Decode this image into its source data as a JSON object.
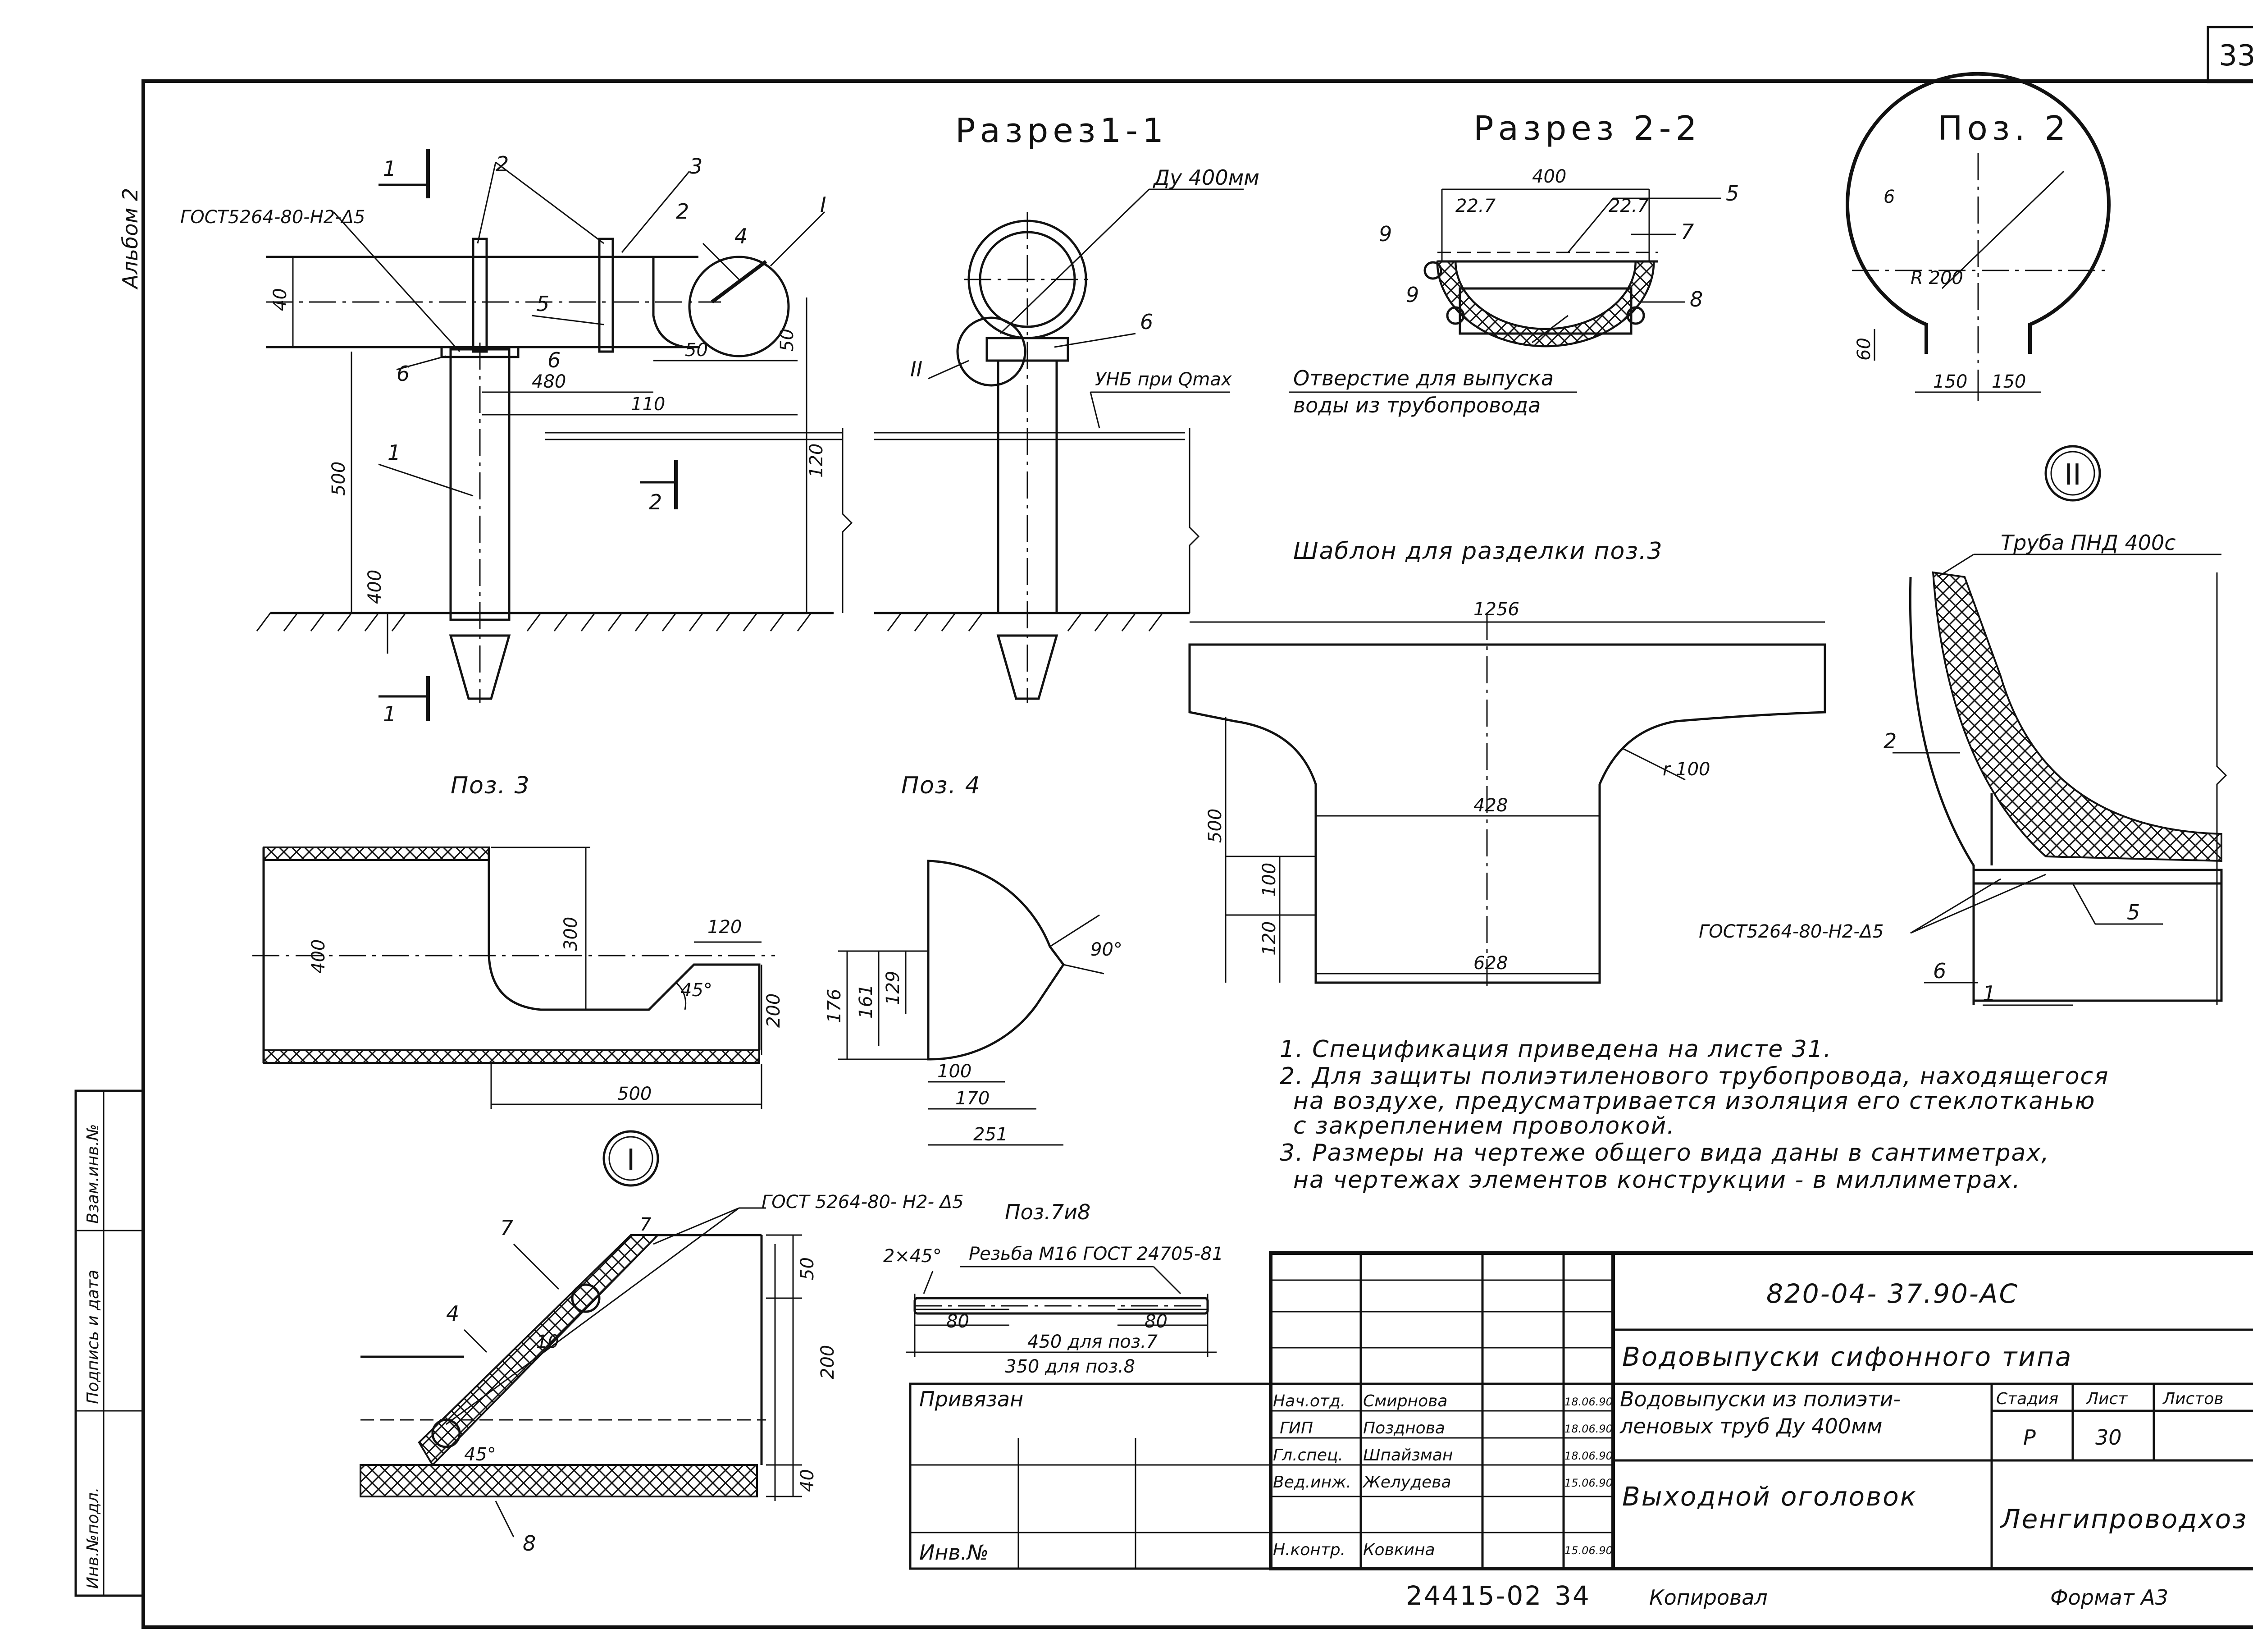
{
  "sheet": {
    "page_number": "33",
    "album": "Альбом 2"
  },
  "views": {
    "section_1_title": "Разрез1-1",
    "section_2_title": "Разрез 2-2",
    "pos2_title": "Поз. 2",
    "pos3_title": "Поз. 3",
    "pos4_title": "Поз. 4",
    "pos78_title": "Поз.7и8",
    "template_title": "Шаблон для разделки поз.3",
    "callout_I": "I",
    "callout_II": "II"
  },
  "labels": {
    "weld_gost_top": "ГОСТ5264-80-Н2-Δ5",
    "weld_gost_detail2": "ГОСТ5264-80-Н2-Δ5",
    "weld_gost_detail1": "ГОСТ 5264-80- Н2- Δ5",
    "pipe_du": "Ду 400мм",
    "water_level": "УНБ при Qmax",
    "drain_hole_1": "Отверстие для выпуска",
    "drain_hole_2": "воды из трубопровода",
    "pipe_pnd": "Труба ПНД 400с",
    "thread": "Резьба М16 ГОСТ 24705-81",
    "chamfer": "2×45°",
    "len_pos7": "450 для поз.7",
    "len_pos8": "350 для поз.8",
    "cut_mark_1": "1",
    "cut_mark_2": "2",
    "item_1": "1",
    "item_2": "2",
    "item_3": "3",
    "item_4": "4",
    "item_5": "5",
    "item_6": "6",
    "item_7": "7",
    "item_8": "8",
    "item_9": "9"
  },
  "dims": {
    "d40": "40",
    "d480": "480",
    "d50": "50",
    "d110": "110",
    "d120": "120",
    "d500": "500",
    "d400": "400",
    "d227": "22.7",
    "r200": "R 200",
    "d6": "6",
    "d60": "60",
    "d150": "150",
    "d1256": "1256",
    "d428": "428",
    "d628": "628",
    "d100": "100",
    "r100": "r 100",
    "d300": "300",
    "d200": "200",
    "a45": "45°",
    "a90": "90°",
    "d176": "176",
    "d161": "161",
    "d129": "129",
    "d170": "170",
    "d251": "251",
    "d80": "80",
    "d10": "10",
    "d7": "7"
  },
  "notes": [
    "1. Спецификация приведена на листе 31.",
    "2. Для защиты полиэтиленового трубопровода, находящегося",
    "на воздухе, предусматривается изоляция его стеклотканью",
    "с закреплением проволокой.",
    "3. Размеры на чертеже общего вида даны в сантиметрах,",
    "на чертежах элементов конструкции - в миллиметрах."
  ],
  "sidebar": {
    "inv_podl": "Инв.№подл.",
    "podpis": "Подпись и дата",
    "vzam": "Взам.инв.№"
  },
  "title_block": {
    "code": "820-04- 37.90-АС",
    "title_main": "Водовыпуски сифонного типа",
    "title_sub_1": "Водовыпуски из полиэти-",
    "title_sub_2": "леновых труб Ду 400мм",
    "title_sheet": "Выходной оголовок",
    "org": "Ленгипроводхоз",
    "stage_label": "Стадия",
    "sheet_label": "Лист",
    "sheets_label": "Листов",
    "stage": "Р",
    "sheet": "30",
    "privyazan": "Привязан",
    "inv_no": "Инв.№",
    "staff": [
      {
        "role": "Нач.отд.",
        "name": "Смирнова",
        "date": "18.06.90"
      },
      {
        "role": "ГИП",
        "name": "Позднова",
        "date": "18.06.90"
      },
      {
        "role": "Гл.спец.",
        "name": "Шпайзман",
        "date": "18.06.90"
      },
      {
        "role": "Вед.инж.",
        "name": "Желудева",
        "date": "15.06.90"
      },
      {
        "role": "Н.контр.",
        "name": "Ковкина",
        "date": "15.06.90"
      }
    ],
    "archive_no": "24415-02",
    "archive_sheet": "34",
    "copied": "Копировал",
    "format": "Формат А3"
  }
}
